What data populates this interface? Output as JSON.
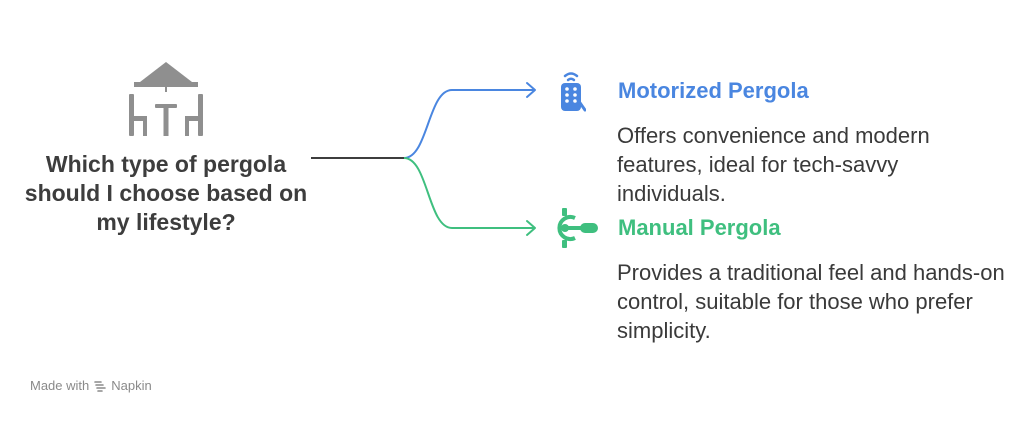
{
  "question": "Which type of pergola should I choose based on my lifestyle?",
  "options": [
    {
      "title": "Motorized Pergola",
      "description": "Offers convenience and modern features, ideal for tech-savvy individuals.",
      "color": "#4a86e0",
      "icon": "remote-control-icon"
    },
    {
      "title": "Manual Pergola",
      "description": "Provides a traditional feel and hands-on control, suitable for those who prefer simplicity.",
      "color": "#3fbf7f",
      "icon": "crank-handle-icon"
    }
  ],
  "colors": {
    "question_text": "#3d3d3d",
    "trunk_line": "#3d3d3d",
    "gazebo_icon": "#8f8f8f"
  },
  "footer": {
    "made_with": "Made with",
    "brand": "Napkin"
  }
}
